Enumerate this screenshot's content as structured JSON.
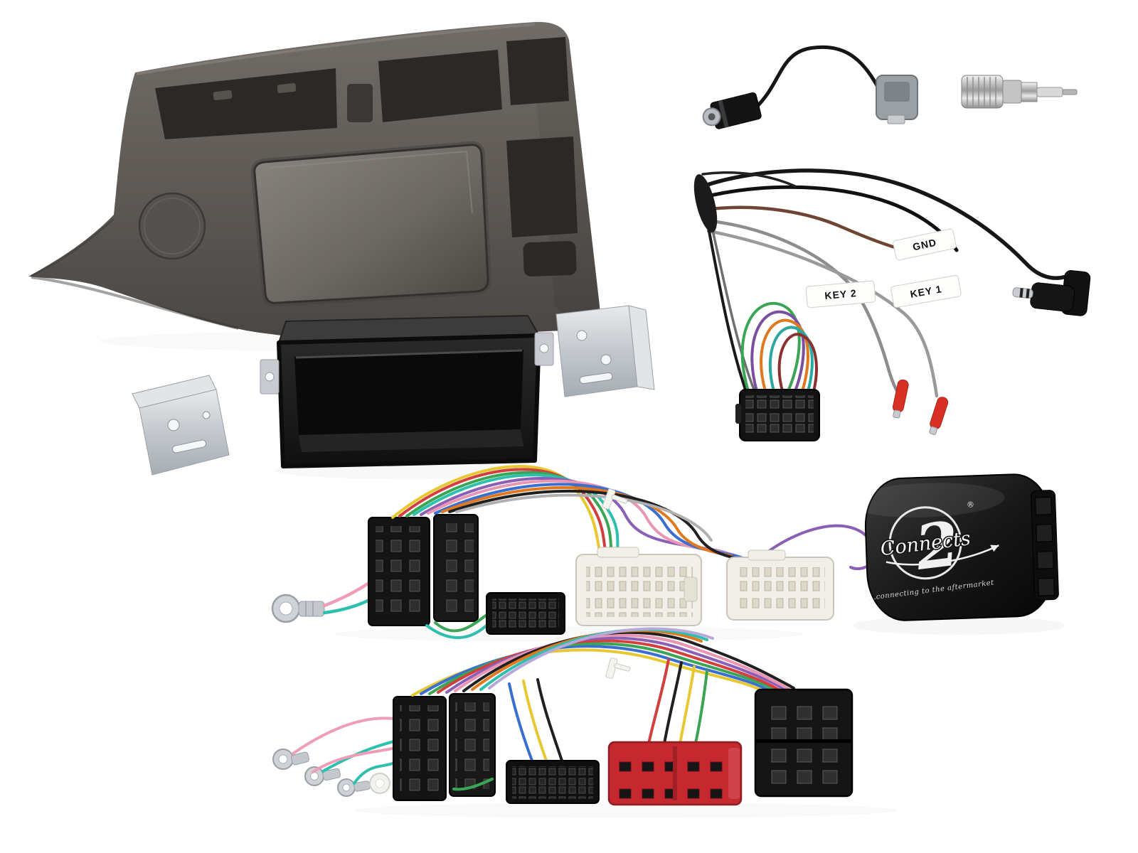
{
  "photo": {
    "tags": {
      "gnd": "GND",
      "key2": "KEY 2",
      "key1": "KEY 1"
    },
    "brand": {
      "script": "Connects",
      "number": "2",
      "registered": "®",
      "tagline": "...connecting to the aftermarket"
    },
    "colors": {
      "background": "#ffffff",
      "fascia": "#5f5a56",
      "pocket": "#1a1a1a",
      "bracket": "#ccd0d4",
      "red_connector": "#c5282f",
      "white_connector": "#f1efe8",
      "interface_box": "#161616"
    }
  }
}
